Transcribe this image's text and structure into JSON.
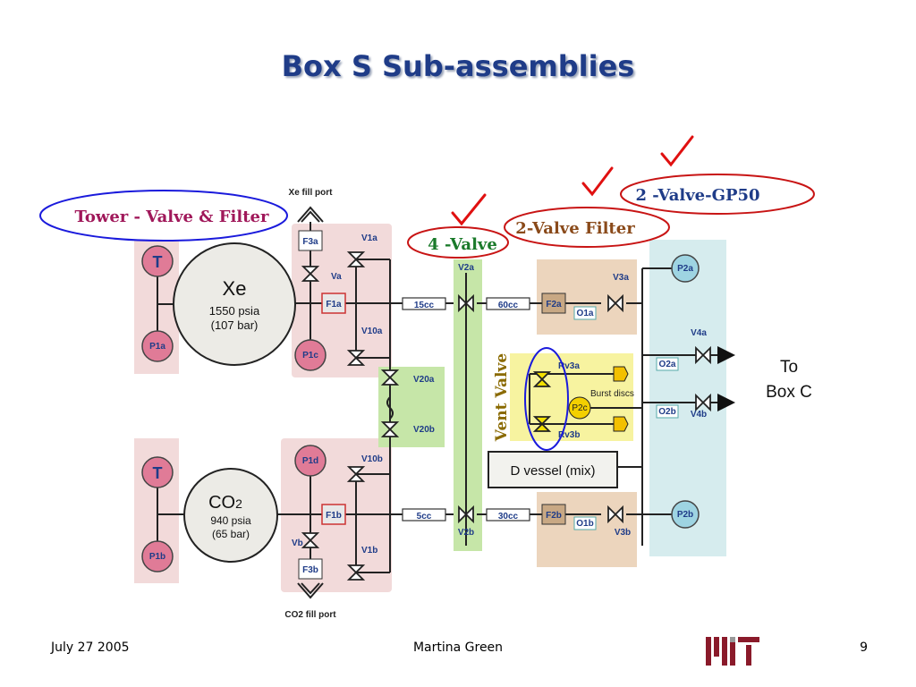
{
  "slide": {
    "title": "Box S Sub-assemblies"
  },
  "footer": {
    "date": "July 27 2005",
    "author": "Martina Green",
    "page": "9"
  },
  "annotations": {
    "tower": "Tower - Valve & Filter",
    "four_valve": "4 -Valve",
    "two_valve_filter": "2-Valve Filter",
    "two_valve_gp50": "2 -Valve-GP50",
    "vent_valve": "Vent Valve"
  },
  "xe": {
    "name": "Xe",
    "pressure": "1550 psia",
    "bar": "(107 bar)",
    "fill_port": "Xe fill port"
  },
  "co2": {
    "name": "CO",
    "sub": "2",
    "pressure": "940 psia",
    "bar": "(65 bar)",
    "fill_port": "CO2 fill port"
  },
  "labels": {
    "T_top": "T",
    "T_bot": "T",
    "P1a": "P1a",
    "P1b": "P1b",
    "P1c": "P1c",
    "P1d": "P1d",
    "F3a": "F3a",
    "F3b": "F3b",
    "F1a": "F1a",
    "F1b": "F1b",
    "Va": "Va",
    "Vb": "Vb",
    "V1a": "V1a",
    "V10a": "V10a",
    "V10b": "V10b",
    "V1b": "V1b",
    "V20a": "V20a",
    "V20b": "V20b",
    "V2a": "V2a",
    "V2b": "V2b",
    "c15": "15cc",
    "c5": "5cc",
    "c60": "60cc",
    "c30": "30cc",
    "F2a": "F2a",
    "F2b": "F2b",
    "O1a": "O1a",
    "O1b": "O1b",
    "V3a": "V3a",
    "V3b": "V3b",
    "Rv3a": "Rv3a",
    "Rv3b": "Rv3b",
    "burst": "Burst discs",
    "P2c": "P2c",
    "dvessel": "D vessel (mix)",
    "P2a": "P2a",
    "P2b": "P2b",
    "O2a": "O2a",
    "O2b": "O2b",
    "V4a": "V4a",
    "V4b": "V4b",
    "to": "To",
    "boxc": "Box C"
  },
  "colors": {
    "title": "#1f3c88",
    "pink_zone": "#f2dada",
    "green_zone": "#c6e6a8",
    "tan_zone": "#ecd5bd",
    "blue_zone": "#d6ecee",
    "yellow_zone": "#f7f3a0",
    "gauge_pink": "#e07b97",
    "gauge_blue": "#9ed4e2"
  }
}
